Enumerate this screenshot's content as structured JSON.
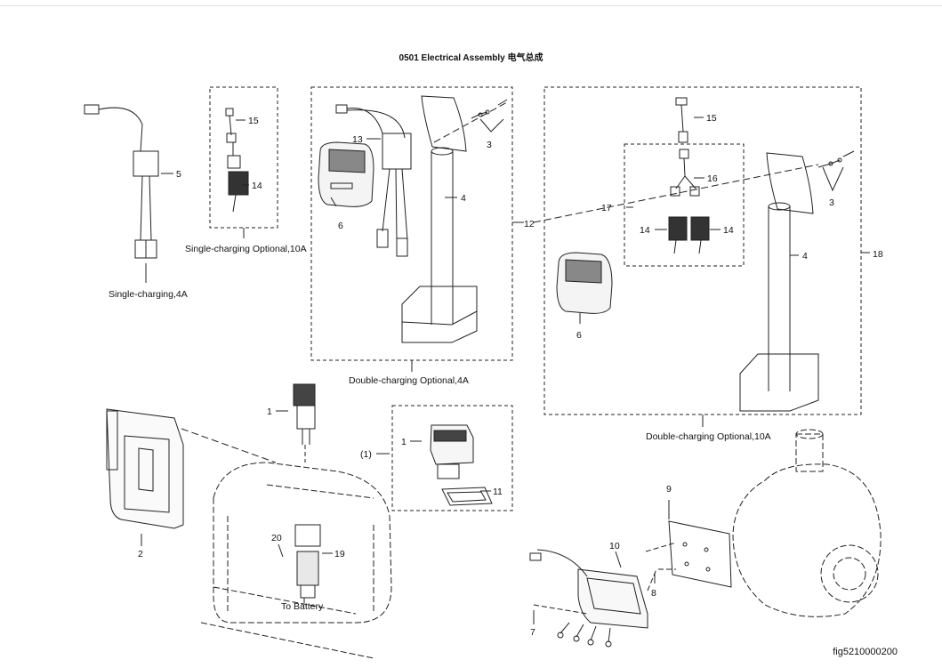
{
  "title": "0501 Electrical Assembly 电气总成",
  "figure_id": "fig5210000200",
  "captions": {
    "single_charging_4a": "Single-charging,4A",
    "single_charging_opt_10a": "Single-charging Optional,10A",
    "double_charging_opt_4a": "Double-charging Optional,4A",
    "double_charging_opt_10a": "Double-charging Optional,10A",
    "to_battery": "To Battery"
  },
  "callouts": {
    "c1a": "1",
    "c1b": "1",
    "c1paren": "(1)",
    "c2": "2",
    "c3a": "3",
    "c3b": "3",
    "c4a": "4",
    "c4b": "4",
    "c5": "5",
    "c6a": "6",
    "c6b": "6",
    "c7": "7",
    "c8": "8",
    "c9": "9",
    "c10": "10",
    "c11": "11",
    "c12": "12",
    "c13": "13",
    "c14a": "14",
    "c14b": "14",
    "c14c": "14",
    "c15a": "15",
    "c15b": "15",
    "c16": "16",
    "c17": "17",
    "c18": "18",
    "c19": "19",
    "c20": "20"
  }
}
